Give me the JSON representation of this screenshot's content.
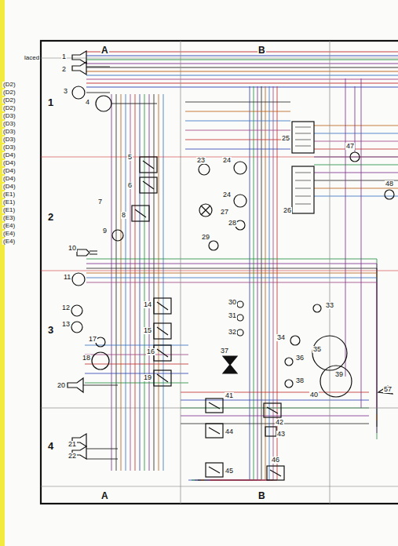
{
  "diagram": {
    "labels": [
      "laced",
      "(D2)",
      "(D2)",
      "(D2)",
      "(D2)",
      "(D3)",
      "(D3)",
      "(D3)",
      "(D3)",
      "(D3)",
      "(D4)",
      "(D4)",
      "(D4)",
      "(D4)",
      "(D4)",
      "(E1)",
      "(E1)",
      "(E1)",
      "(E3)",
      "(E4)",
      "(E4)",
      "(E4)",
      "A",
      "B",
      "1",
      "2",
      "3",
      "4",
      "1",
      "2",
      "3",
      "4",
      "25",
      "47",
      "5",
      "23",
      "24",
      "6",
      "48",
      "26",
      "24",
      "7",
      "27",
      "8",
      "28",
      "9",
      "29",
      "10",
      "11",
      "30",
      "33",
      "12",
      "31",
      "14",
      "13",
      "15",
      "32",
      "34",
      "17",
      "16",
      "35",
      "37",
      "18",
      "36",
      "19",
      "39",
      "38",
      "20",
      "57",
      "40",
      "41",
      "42",
      "43",
      "44",
      "21",
      "22",
      "45",
      "46",
      "A",
      "B"
    ]
  }
}
